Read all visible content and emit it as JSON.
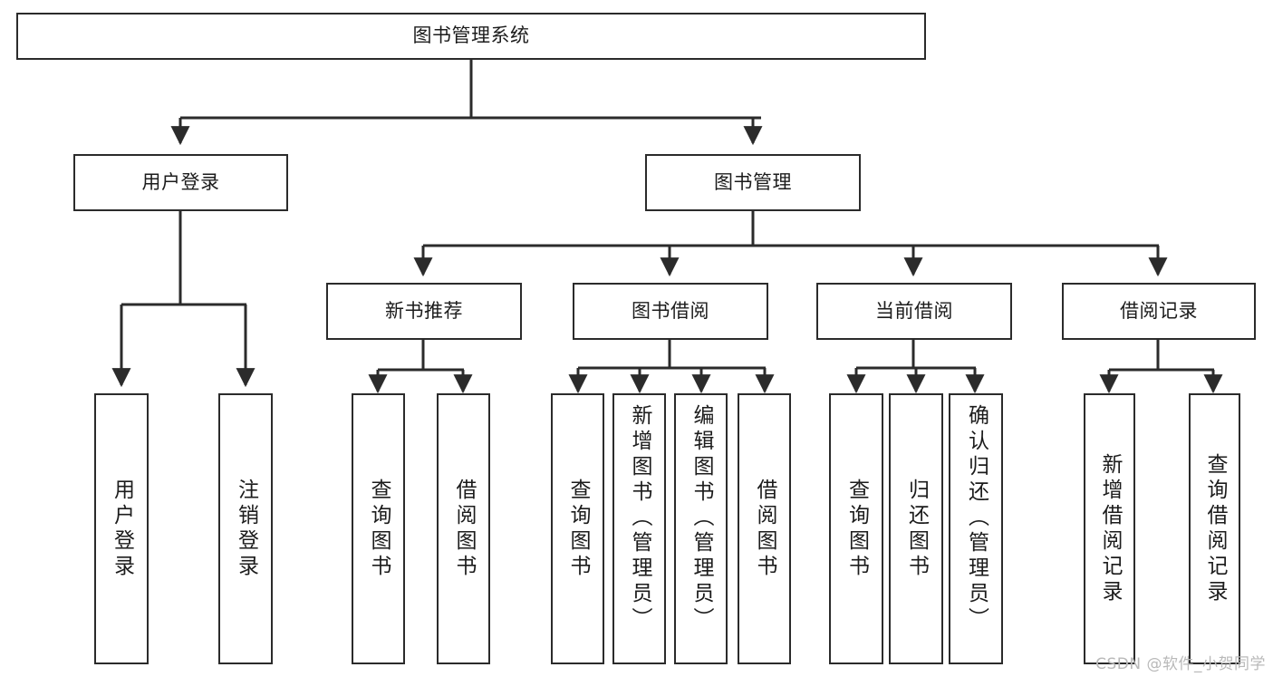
{
  "diagram": {
    "title": "图书管理系统",
    "type": "hierarchy-tree",
    "root": {
      "id": "root",
      "label": "图书管理系统"
    },
    "level1": [
      {
        "id": "user-login",
        "label": "用户登录"
      },
      {
        "id": "book-management",
        "label": "图书管理"
      }
    ],
    "level2": [
      {
        "id": "new-book-recommend",
        "label": "新书推荐",
        "parent": "book-management"
      },
      {
        "id": "book-borrow",
        "label": "图书借阅",
        "parent": "book-management"
      },
      {
        "id": "current-borrow",
        "label": "当前借阅",
        "parent": "book-management"
      },
      {
        "id": "borrow-record",
        "label": "借阅记录",
        "parent": "book-management"
      }
    ],
    "leaves": {
      "user_login": [
        {
          "id": "leaf-user-login",
          "label": "用户登录"
        },
        {
          "id": "leaf-user-logout",
          "label": "注销登录"
        }
      ],
      "new_book_recommend": [
        {
          "id": "leaf-query-book-1",
          "label": "查询图书"
        },
        {
          "id": "leaf-borrow-book-1",
          "label": "借阅图书"
        }
      ],
      "book_borrow": [
        {
          "id": "leaf-query-book-2",
          "label": "查询图书"
        },
        {
          "id": "leaf-add-book",
          "label": "新增图书（管理员）"
        },
        {
          "id": "leaf-edit-book",
          "label": "编辑图书（管理员）"
        },
        {
          "id": "leaf-borrow-book-2",
          "label": "借阅图书"
        }
      ],
      "current_borrow": [
        {
          "id": "leaf-query-book-3",
          "label": "查询图书"
        },
        {
          "id": "leaf-return-book",
          "label": "归还图书"
        },
        {
          "id": "leaf-confirm-return",
          "label": "确认归还（管理员）"
        }
      ],
      "borrow_record": [
        {
          "id": "leaf-add-record",
          "label": "新增借阅记录"
        },
        {
          "id": "leaf-query-record",
          "label": "查询借阅记录"
        }
      ]
    }
  },
  "watermark": {
    "text": "CSDN @软件_小贺同学"
  },
  "colors": {
    "background": "#ffffff",
    "box_fill": "#ffffff",
    "box_border": "#2b2b2b",
    "edge": "#2b2b2b",
    "text": "#1c1c1c",
    "watermark": "#b9b9b9"
  }
}
